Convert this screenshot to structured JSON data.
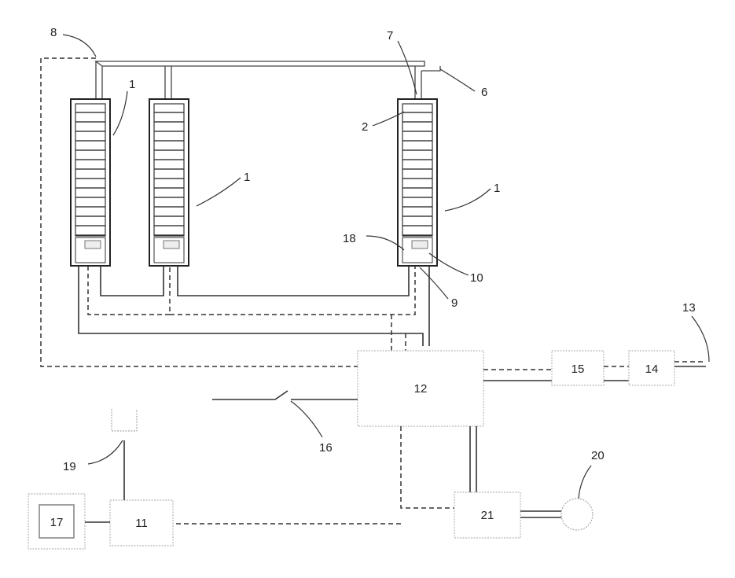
{
  "figure": {
    "labels": {
      "n1a": "1",
      "n1b": "1",
      "n1c": "1",
      "n2": "2",
      "n6": "6",
      "n7": "7",
      "n8": "8",
      "n9": "9",
      "n10": "10",
      "n13": "13",
      "n16": "16",
      "n18": "18",
      "n19": "19",
      "n20": "20"
    },
    "boxes": {
      "b11": "11",
      "b12": "12",
      "b14": "14",
      "b15": "15",
      "b17": "17",
      "b21": "21"
    }
  },
  "colors": {
    "line": "#333333",
    "box_border": "#b8b8b8"
  }
}
